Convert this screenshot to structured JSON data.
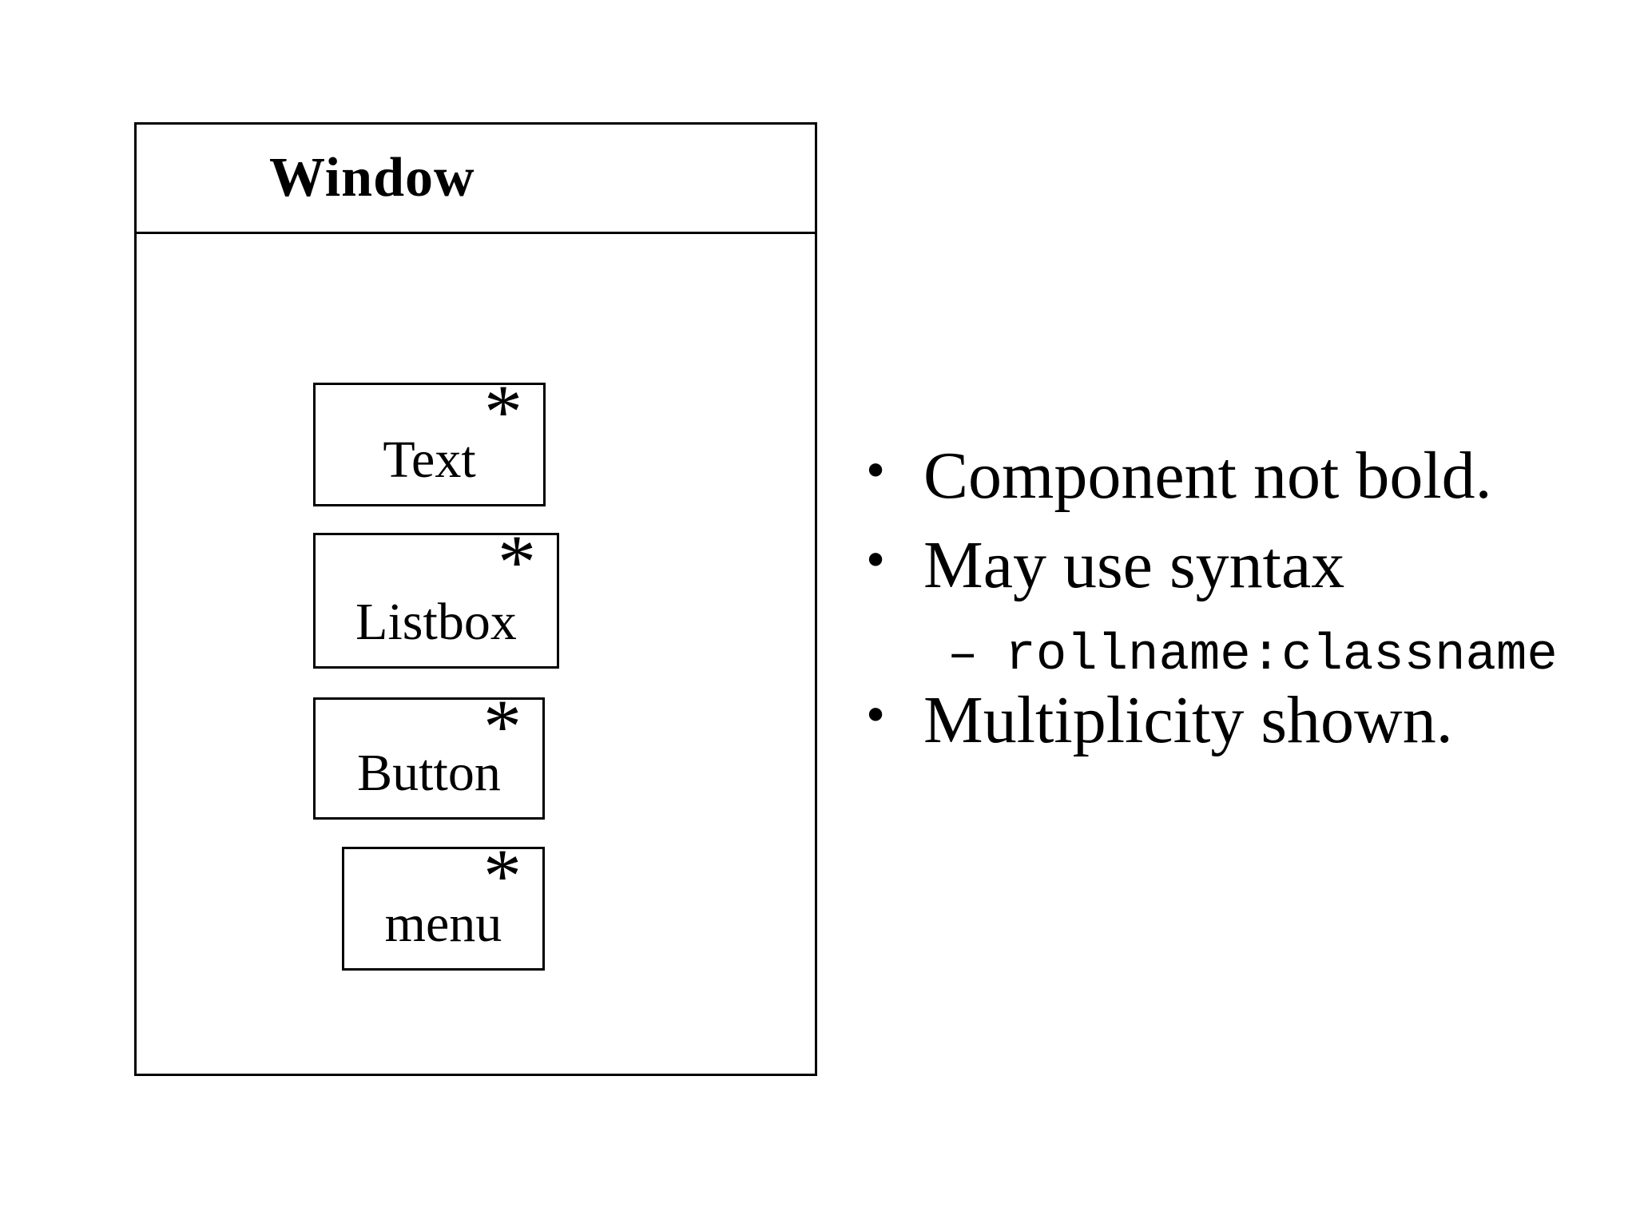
{
  "diagram": {
    "class_box": {
      "title": "Window",
      "components": [
        {
          "label": "Text",
          "multiplicity": "*"
        },
        {
          "label": "Listbox",
          "multiplicity": "*"
        },
        {
          "label": "Button",
          "multiplicity": "*"
        },
        {
          "label": "menu",
          "multiplicity": "*"
        }
      ]
    }
  },
  "notes": {
    "bullet_glyph": "•",
    "bullets": [
      {
        "text": "Component not bold."
      },
      {
        "text": "May use syntax",
        "sub_dash": "–",
        "sub_code": "rollname:classname"
      },
      {
        "text": "Multiplicity shown."
      }
    ]
  },
  "colors": {
    "foreground": "#000000",
    "background": "#ffffff"
  }
}
